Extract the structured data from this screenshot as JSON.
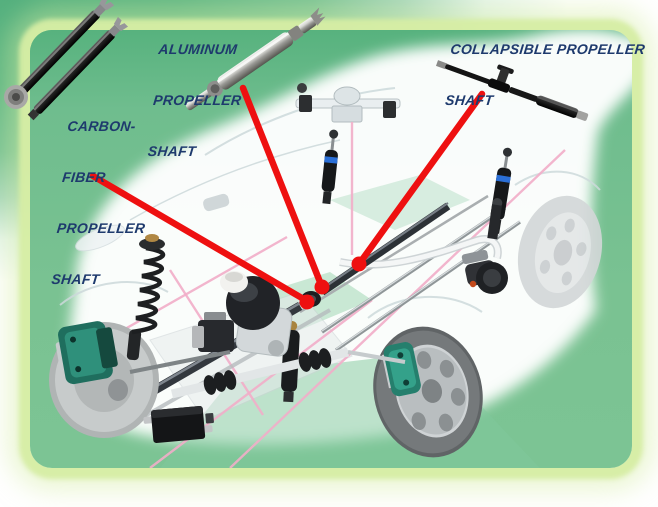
{
  "labels": {
    "aluminum": {
      "lines": [
        "ALUMINUM",
        "PROPELLER",
        "SHAFT"
      ]
    },
    "carbon": {
      "lines": [
        "CARBON-",
        "FIBER",
        "PROPELLER",
        "SHAFT"
      ]
    },
    "collapsible": {
      "lines": [
        "COLLAPSIBLE PROPELLER",
        "SHAFT"
      ]
    }
  },
  "colors": {
    "label_text": "#1e3a6d",
    "leader_line": "#ee1010",
    "pink_line": "#f2aec9",
    "glow_border": "#d6eda4",
    "backdrop_green": "#54b07e",
    "panel_green_top": "#57b27e",
    "panel_green_bottom": "#7cc494",
    "caliper_teal": "#2f907b"
  },
  "diagram": {
    "type": "annotated-illustration",
    "subject": "transparent car chassis cutaway with three propeller shaft callouts",
    "callouts": [
      {
        "label": "CARBON-FIBER PROPELLER SHAFT",
        "line": [
          93,
          176,
          307,
          301
        ],
        "dot": [
          307,
          302
        ]
      },
      {
        "label": "ALUMINUM PROPELLER SHAFT",
        "line": [
          243,
          88,
          322,
          287
        ],
        "dot": [
          322,
          287
        ]
      },
      {
        "label": "COLLAPSIBLE PROPELLER SHAFT",
        "line": [
          482,
          94,
          359,
          264
        ],
        "dot": [
          359,
          264
        ]
      }
    ]
  }
}
